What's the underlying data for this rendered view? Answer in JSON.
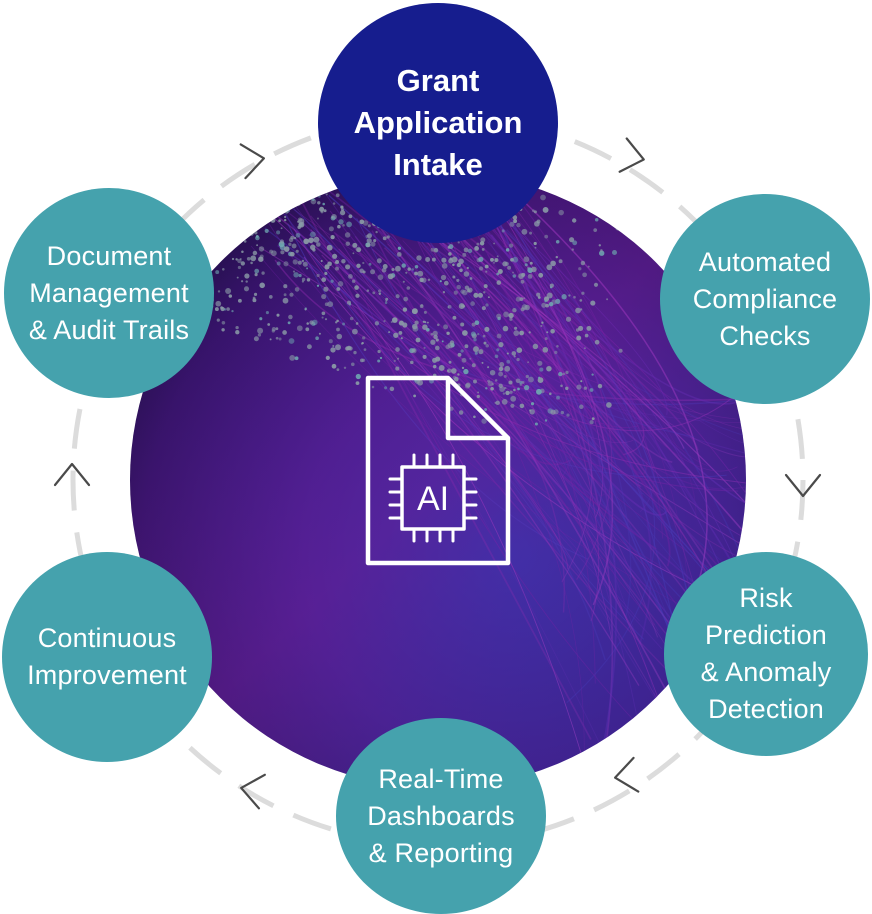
{
  "diagram": {
    "center_icon": {
      "icon": "ai-document-chip-icon",
      "label": "AI"
    },
    "nodes": [
      {
        "id": "grant-application-intake",
        "lines": [
          "Grant",
          "Application",
          "Intake"
        ],
        "color": "#161d8e",
        "primary": true
      },
      {
        "id": "automated-compliance-checks",
        "lines": [
          "Automated",
          "Compliance",
          "Checks"
        ],
        "color": "#45a2ad"
      },
      {
        "id": "risk-prediction-anomaly-detection",
        "lines": [
          "Risk",
          "Prediction",
          "& Anomaly",
          "Detection"
        ],
        "color": "#45a2ad"
      },
      {
        "id": "real-time-dashboards-reporting",
        "lines": [
          "Real-Time",
          "Dashboards",
          "& Reporting"
        ],
        "color": "#45a2ad"
      },
      {
        "id": "continuous-improvement",
        "lines": [
          "Continuous",
          "Improvement"
        ],
        "color": "#45a2ad"
      },
      {
        "id": "document-management-audit-trails",
        "lines": [
          "Document",
          "Management",
          "& Audit Trails"
        ],
        "color": "#45a2ad"
      }
    ],
    "cycle_direction": "clockwise",
    "ring_color": "#dcdcdc",
    "background_colors": [
      "#1a1140",
      "#4a1470",
      "#2a2a9a"
    ]
  }
}
